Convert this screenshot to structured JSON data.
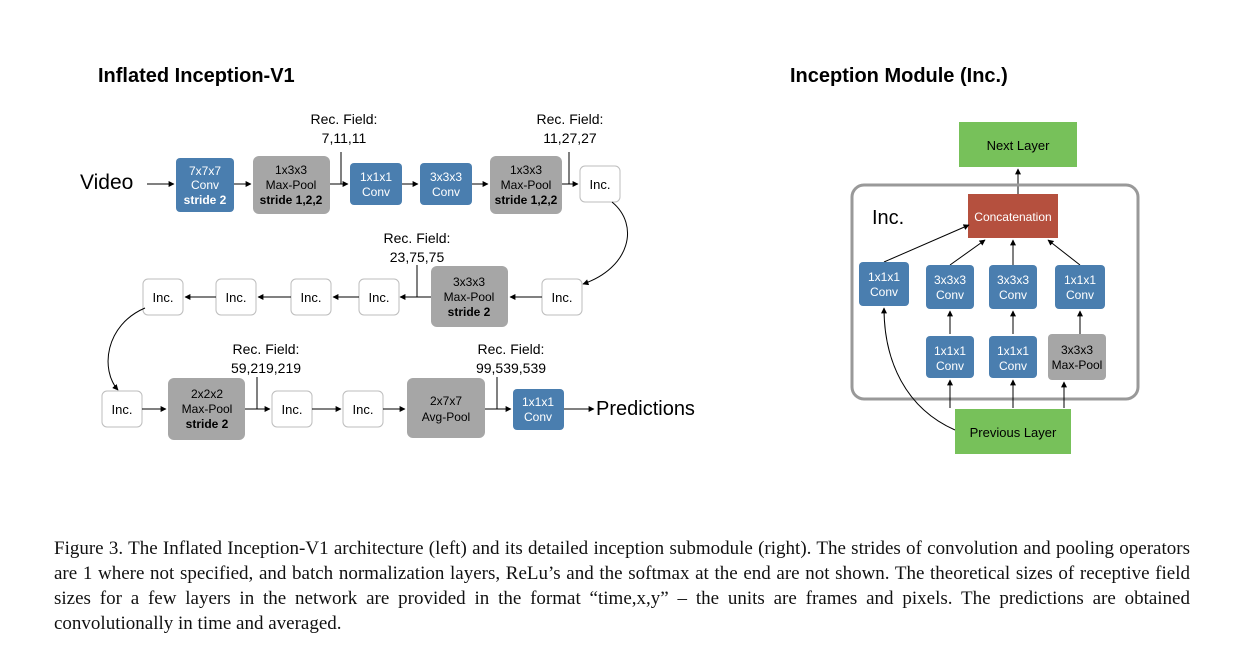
{
  "left_title": "Inflated Inception-V1",
  "right_title": "Inception Module (Inc.)",
  "colors": {
    "conv": "#4a7eaf",
    "pool": "#a6a6a6",
    "inc_border": "#bdbdbd",
    "green": "#77c15a",
    "concat": "#b5503e",
    "module_border": "#999999",
    "arrow": "#000000"
  },
  "left": {
    "video": "Video",
    "predictions": "Predictions",
    "rf1": [
      "Rec. Field:",
      "7,11,11"
    ],
    "rf2": [
      "Rec. Field:",
      "11,27,27"
    ],
    "rf3": [
      "Rec. Field:",
      "23,75,75"
    ],
    "rf4": [
      "Rec. Field:",
      "59,219,219"
    ],
    "rf5": [
      "Rec. Field:",
      "99,539,539"
    ],
    "conv7": [
      "7x7x7",
      "Conv",
      "stride 2"
    ],
    "pool1": [
      "1x3x3",
      "Max-Pool",
      "stride 1,2,2"
    ],
    "conv1": [
      "1x1x1",
      "Conv"
    ],
    "conv3": [
      "3x3x3",
      "Conv"
    ],
    "pool2": [
      "1x3x3",
      "Max-Pool",
      "stride 1,2,2"
    ],
    "pool3": [
      "3x3x3",
      "Max-Pool",
      "stride 2"
    ],
    "pool4": [
      "2x2x2",
      "Max-Pool",
      "stride 2"
    ],
    "avgpool": [
      "2x7x7",
      "Avg-Pool"
    ],
    "convfinal": [
      "1x1x1",
      "Conv"
    ],
    "inc": "Inc."
  },
  "right": {
    "next_layer": "Next Layer",
    "inc_label": "Inc.",
    "concatenation": "Concatenation",
    "previous_layer": "Previous Layer",
    "top_a": [
      "1x1x1",
      "Conv"
    ],
    "top_b": [
      "3x3x3",
      "Conv"
    ],
    "top_c": [
      "3x3x3",
      "Conv"
    ],
    "top_d": [
      "1x1x1",
      "Conv"
    ],
    "bot_b": [
      "1x1x1",
      "Conv"
    ],
    "bot_c": [
      "1x1x1",
      "Conv"
    ],
    "bot_d": [
      "3x3x3",
      "Max-Pool"
    ]
  },
  "caption": "Figure 3. The Inflated Inception-V1 architecture (left) and its detailed inception submodule (right). The strides of convolution and pooling operators are 1 where not specified, and batch normalization layers, ReLu’s and the softmax at the end are not shown. The theoretical sizes of receptive field sizes for a few layers in the network are provided in the format “time,x,y” – the units are frames and pixels. The predictions are obtained convolutionally in time and averaged."
}
